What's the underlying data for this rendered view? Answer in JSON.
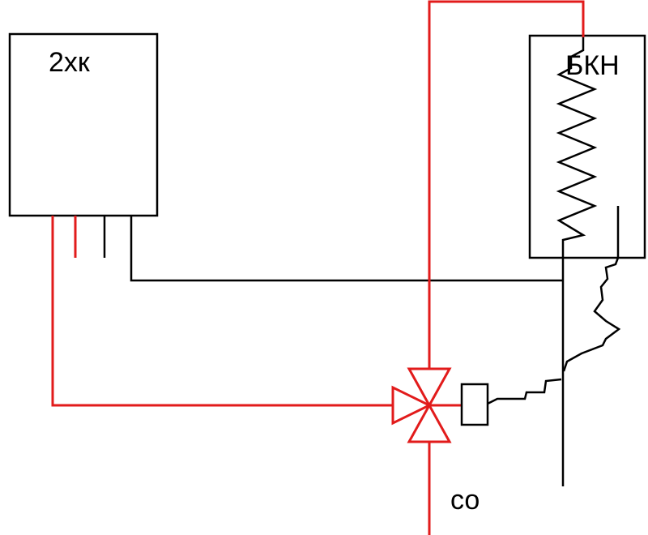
{
  "labels": {
    "boiler": "2хк",
    "tank": "БКН",
    "heating": "со"
  },
  "colors": {
    "hot_pipe": "#e21b1b",
    "cold_pipe": "#000000"
  }
}
